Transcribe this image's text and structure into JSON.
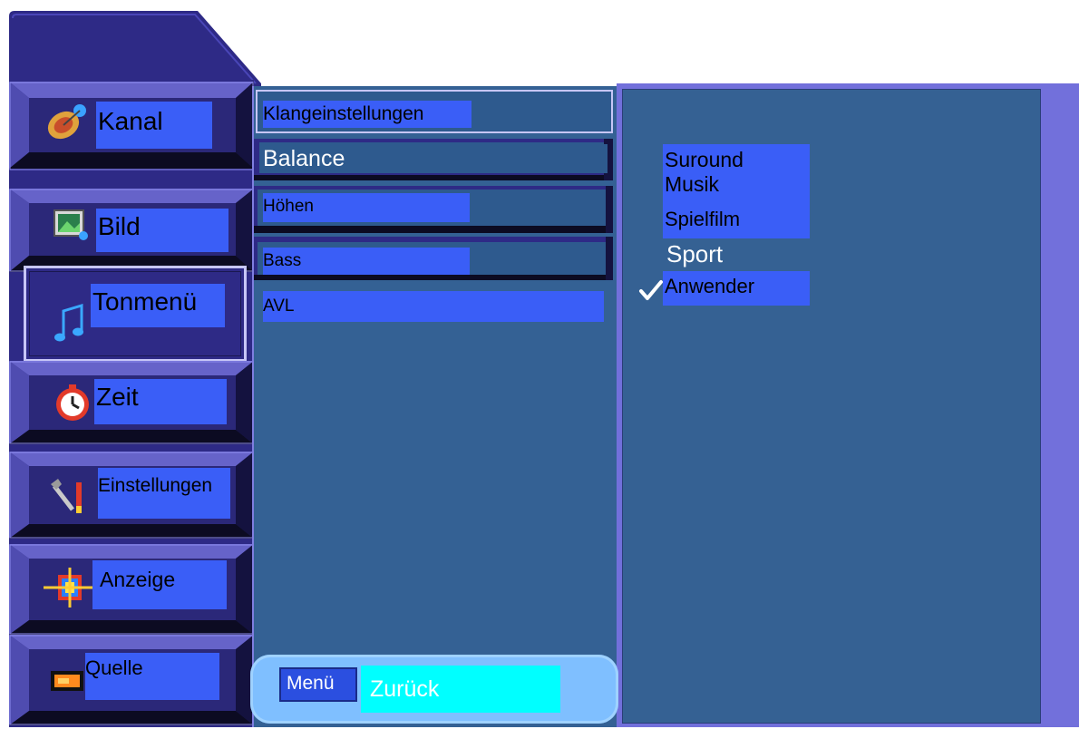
{
  "sidebar": {
    "items": [
      {
        "label": "Kanal",
        "icon": "satellite-dish-icon",
        "selected": false
      },
      {
        "label": "Bild",
        "icon": "picture-icon",
        "selected": false
      },
      {
        "label": "Tonmenü",
        "icon": "music-note-icon",
        "selected": true
      },
      {
        "label": "Zeit",
        "icon": "clock-icon",
        "selected": false
      },
      {
        "label": "Einstellungen",
        "icon": "tools-icon",
        "selected": false
      },
      {
        "label": "Anzeige",
        "icon": "display-icon",
        "selected": false
      },
      {
        "label": "Quelle",
        "icon": "source-icon",
        "selected": false
      }
    ]
  },
  "submenu": {
    "items": [
      {
        "label": "Klangeinstellungen",
        "selected": true
      },
      {
        "label": "Balance",
        "selected": false
      },
      {
        "label": "Höhen",
        "selected": false
      },
      {
        "label": "Bass",
        "selected": false
      },
      {
        "label": "AVL",
        "selected": false
      }
    ]
  },
  "options": {
    "items": [
      {
        "label": "Suround"
      },
      {
        "label": "Musik"
      },
      {
        "label": "Spielfilm"
      },
      {
        "label": "Sport"
      },
      {
        "label": "Anwender",
        "checked": true
      }
    ]
  },
  "footer": {
    "menu_key": "Menü",
    "back_label": "Zurück"
  },
  "colors": {
    "frame_dark": "#2e2a86",
    "panel_blue": "#346194",
    "label_blue": "#3a5ef7",
    "right_frame": "#7270db",
    "footer_cyan": "#00ffff",
    "footer_bar": "#7fbfff"
  }
}
